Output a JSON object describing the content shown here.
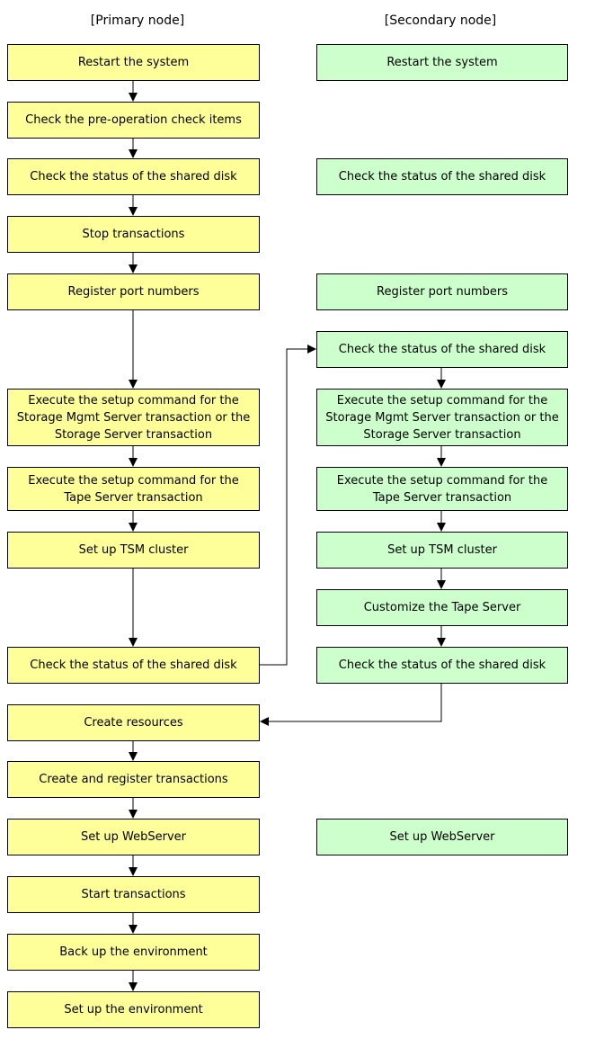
{
  "headers": {
    "primary": "[Primary node]",
    "secondary": "[Secondary node]"
  },
  "primary_steps": [
    "Restart the system",
    "Check the pre-operation check items",
    "Check the status of the shared disk",
    "Stop transactions",
    "Register port numbers",
    "Execute the setup command for the Storage Mgmt Server transaction or the Storage Server transaction",
    "Execute the setup command for the Tape Server transaction",
    "Set up TSM cluster",
    "Check the status of the shared disk",
    "Create resources",
    "Create and register transactions",
    "Set up WebServer",
    "Start transactions",
    "Back up the environment",
    "Set up the environment"
  ],
  "secondary_steps": [
    "Restart the system",
    "Check the status of the shared disk",
    "Register port numbers",
    "Check the status of the shared disk",
    "Execute the setup command for the Storage Mgmt Server transaction or the Storage Server transaction",
    "Execute the setup command for the Tape Server transaction",
    "Set up TSM cluster",
    "Customize the Tape Server",
    "Check the status of the shared disk",
    "Set up WebServer"
  ]
}
